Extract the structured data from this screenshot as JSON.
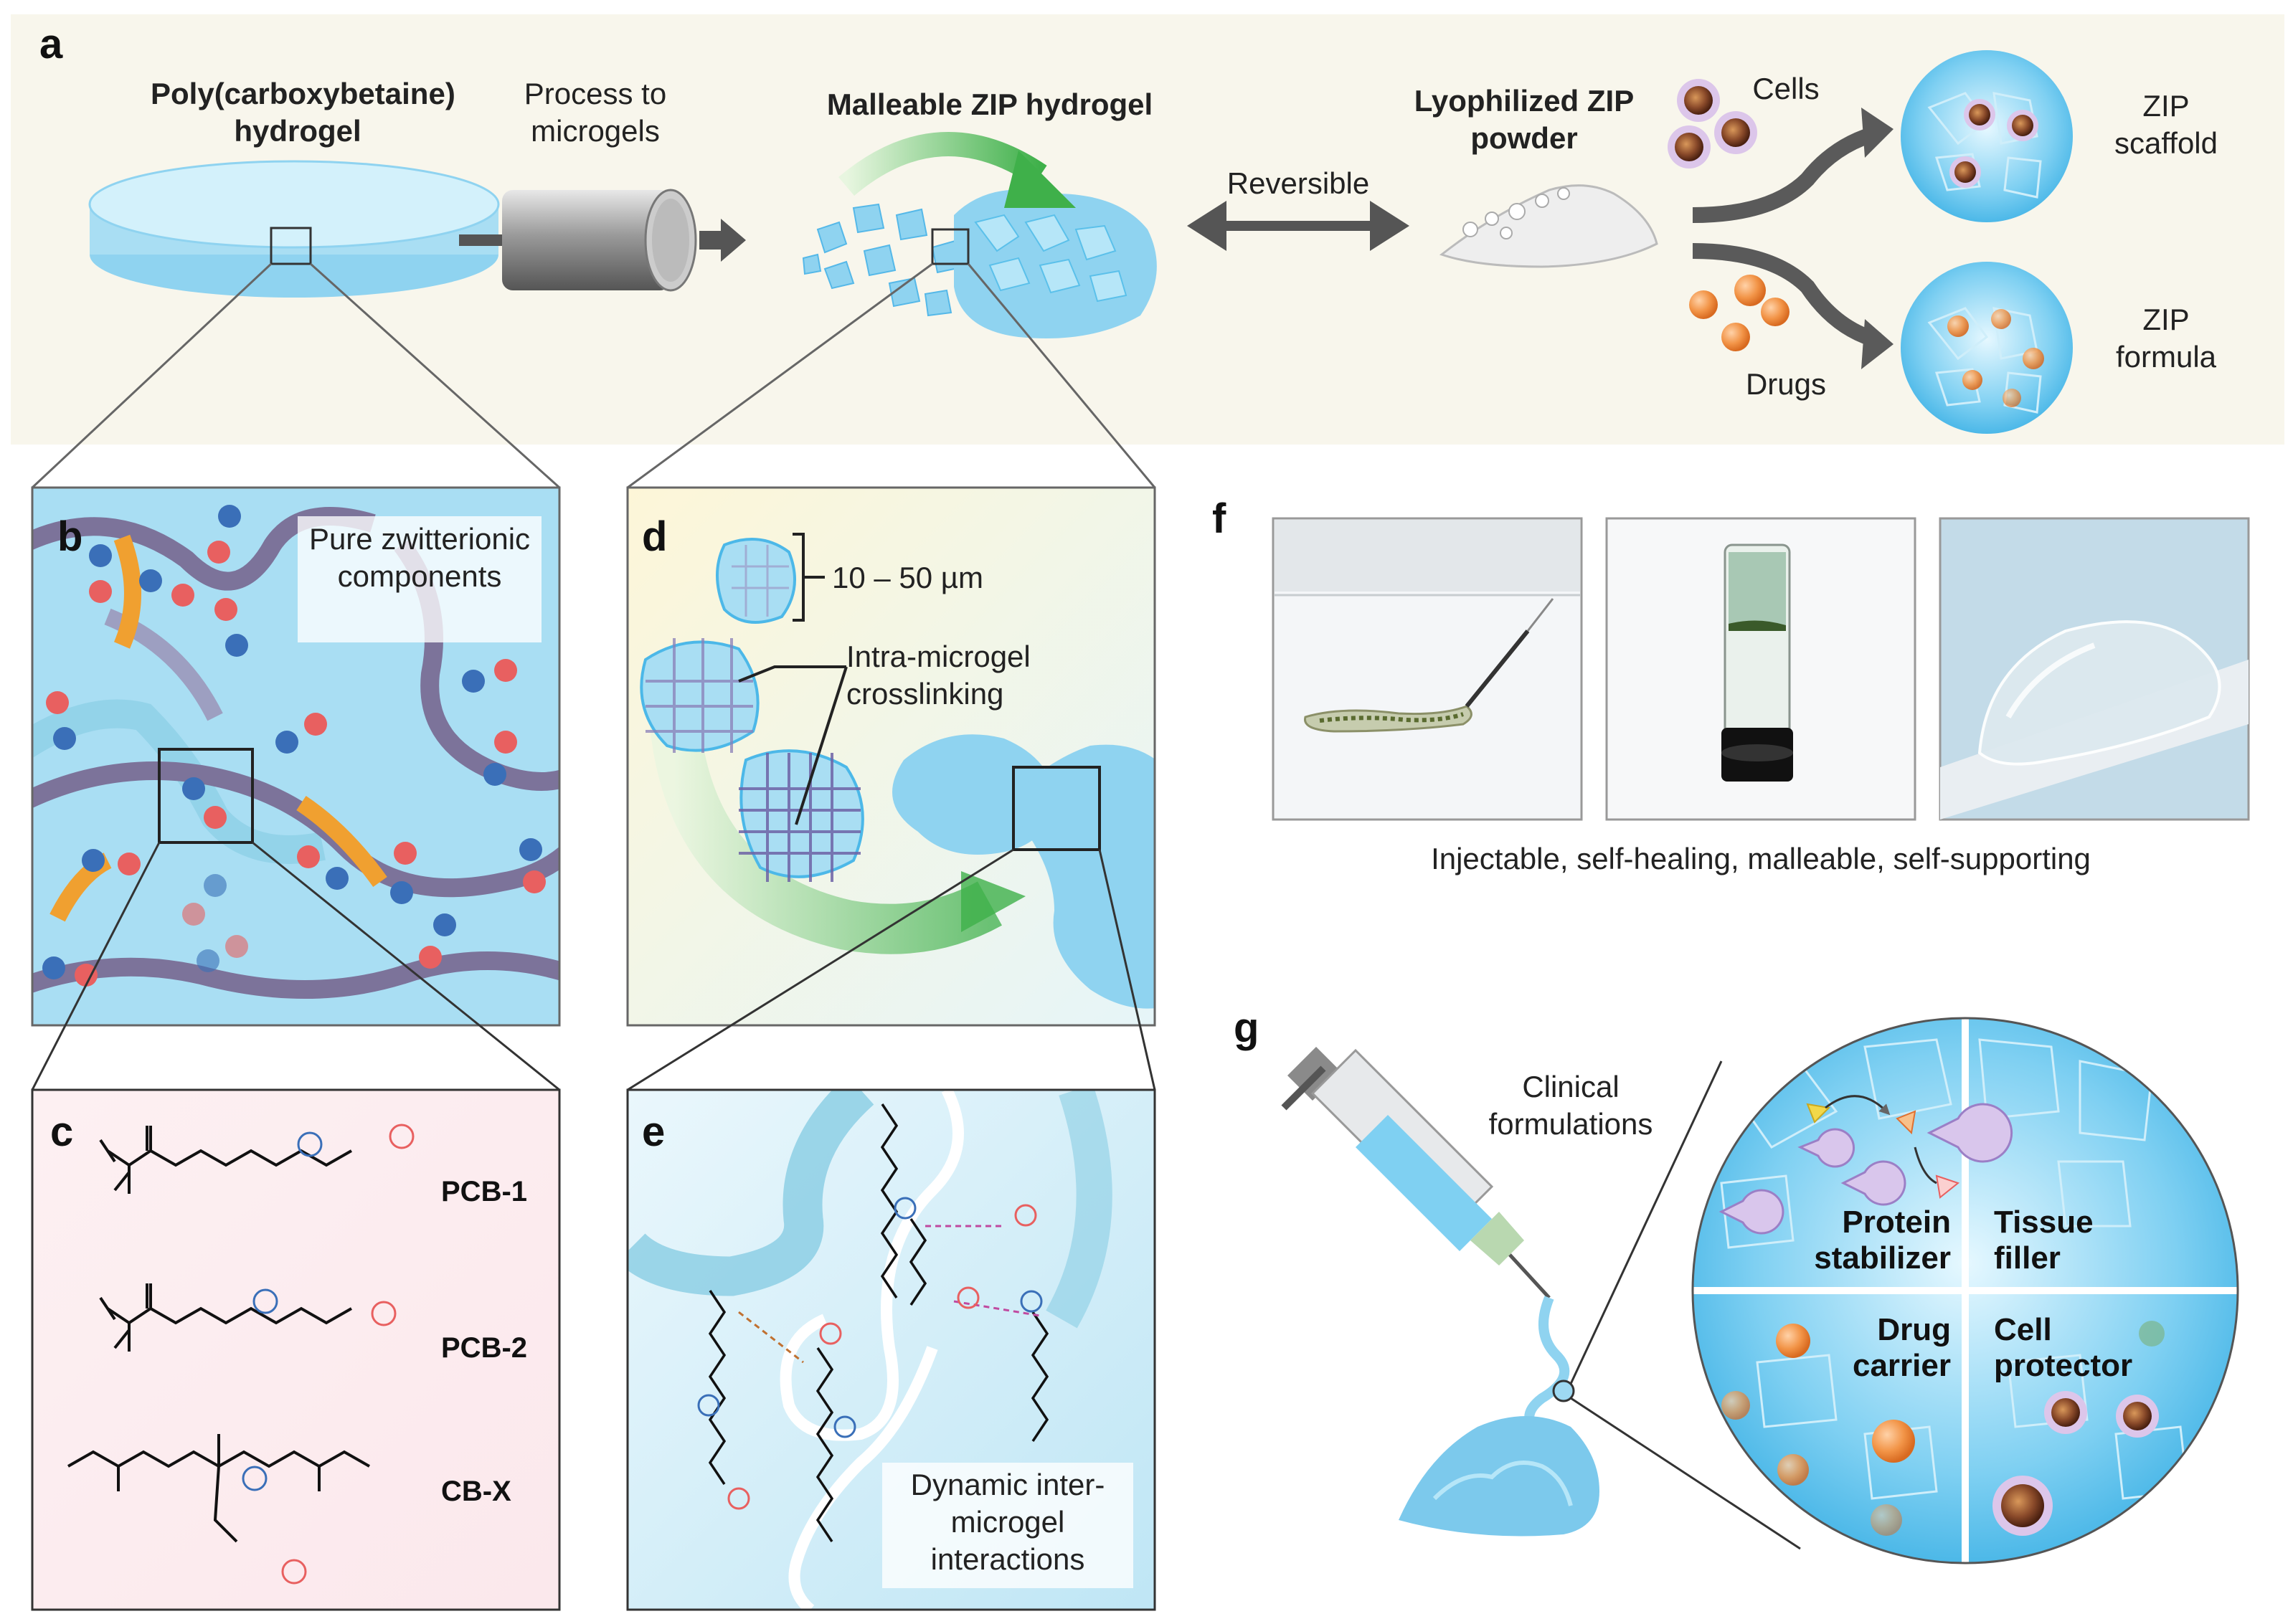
{
  "panels": {
    "a": "a",
    "b": "b",
    "c": "c",
    "d": "d",
    "e": "e",
    "f": "f",
    "g": "g"
  },
  "panel_a": {
    "pcb_hydrogel": "Poly(carboxybetaine) hydrogel",
    "process_to_microgels": "Process to microgels",
    "malleable_zip": "Malleable ZIP hydrogel",
    "reversible": "Reversible",
    "lyophilized": "Lyophilized ZIP powder",
    "cells": "Cells",
    "drugs": "Drugs",
    "zip_scaffold": "ZIP scaffold",
    "zip_formula": "ZIP formula"
  },
  "panel_b": {
    "note": "Pure zwitterionic components"
  },
  "panel_c": {
    "pcb1": "PCB-1",
    "pcb2": "PCB-2",
    "cbx": "CB-X"
  },
  "panel_d": {
    "size": "10 – 50 µm",
    "intra": "Intra-microgel crosslinking"
  },
  "panel_e": {
    "note": "Dynamic inter-microgel interactions"
  },
  "panel_f": {
    "caption": "Injectable, self-healing, malleable, self-supporting"
  },
  "panel_g": {
    "clinical": "Clinical formulations",
    "protein": "Protein stabilizer",
    "tissue": "Tissue filler",
    "drug": "Drug carrier",
    "cell": "Cell protector"
  },
  "colors": {
    "panel_a_bg": "#f8f6ec",
    "hydrogel_blue": "#8fd3f0",
    "polymer_purple": "#7c739a",
    "crosslink_orange": "#f0a030",
    "positive_charge": "#3a6fb8",
    "negative_charge": "#e86060",
    "drug_orange": "#f29447",
    "cell_brown": "#8a4a2a"
  }
}
